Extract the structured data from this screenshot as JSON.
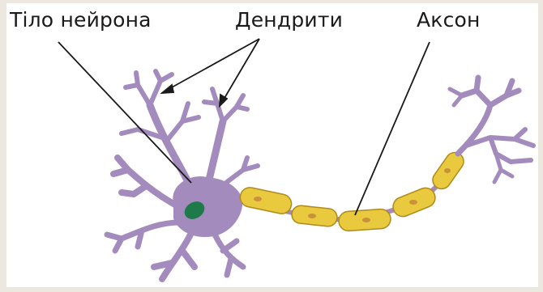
{
  "diagram": {
    "labels": {
      "soma": "Тіло нейрона",
      "dendrites": "Дендрити",
      "axon": "Аксон"
    },
    "colors": {
      "neuron": "#a48bbd",
      "neuron_outline": "#7e649a",
      "nucleus": "#1f7a4a",
      "myelin": "#e9c93e",
      "myelin_outline": "#b08a1a",
      "node": "#c9913a",
      "leader_line": "#1a1a1a",
      "background": "#ece8df",
      "panel": "#ffffff"
    }
  }
}
